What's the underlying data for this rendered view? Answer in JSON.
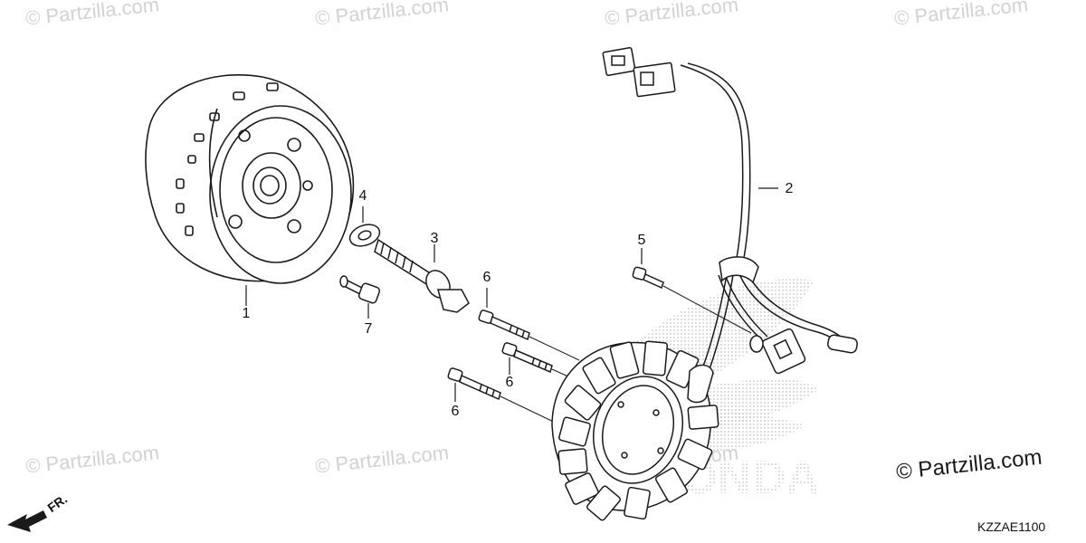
{
  "watermark": {
    "text": "© Partzilla.com",
    "main_text": "© Partzilla.com"
  },
  "callouts": {
    "flywheel": "1",
    "stator": "2",
    "bolt_flange": "3",
    "washer": "4",
    "bolt_5": "5",
    "bolt_6a": "6",
    "bolt_6b": "6",
    "bolt_6c": "6",
    "bolt_7": "7"
  },
  "diagram_code": "KZZAE1100",
  "front_indicator": "FR.",
  "colors": {
    "line": "#1a1a1a",
    "watermark": "#d2d2d2",
    "honda_logo": "#e0e0e0"
  }
}
